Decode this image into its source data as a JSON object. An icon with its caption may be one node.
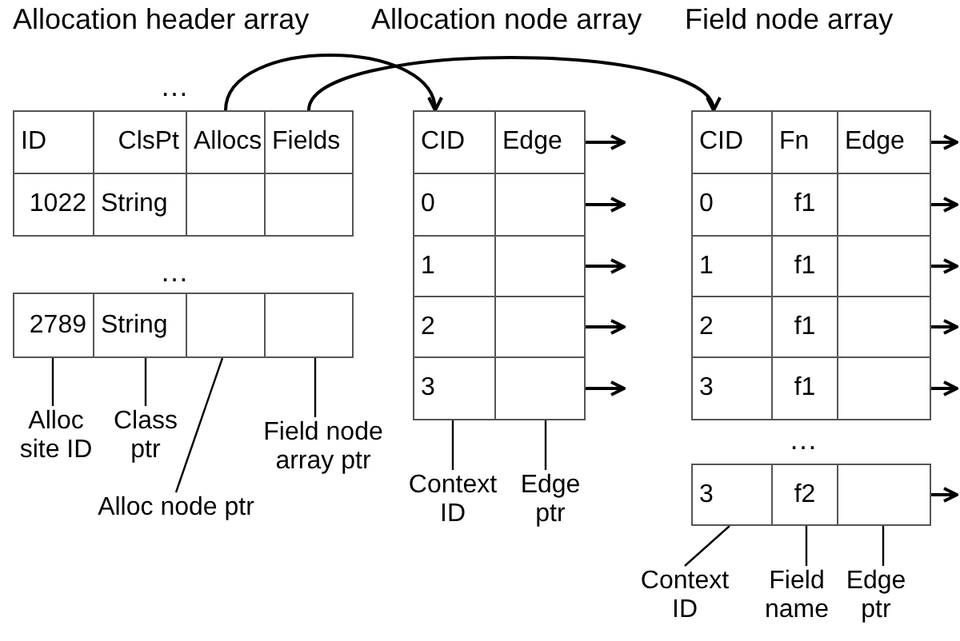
{
  "diagram": {
    "nodes": [
      {
        "text": [
          "ID"
        ]
      },
      {
        "text": [
          "ClsPt"
        ]
      },
      {
        "text": [
          "Allocs"
        ]
      },
      {
        "text": [
          "Fields"
        ]
      },
      {
        "text": [
          "1022"
        ]
      },
      {
        "text": [
          "String"
        ]
      },
      {
        "text": [],
        "shape": "box"
      },
      {
        "text": [],
        "shape": "box"
      },
      {
        "text": [
          "2789"
        ]
      },
      {
        "text": [
          "String"
        ]
      },
      {
        "text": [],
        "shape": "box"
      },
      {
        "text": [],
        "shape": "box"
      },
      {
        "text": [
          "CID"
        ]
      },
      {
        "text": [
          "Edge"
        ]
      },
      {
        "text": [
          "0"
        ]
      },
      {
        "text": [],
        "shape": "box"
      },
      {
        "text": [
          "1"
        ]
      },
      {
        "text": [],
        "shape": "box"
      },
      {
        "text": [
          "2"
        ]
      },
      {
        "text": [],
        "shape": "box"
      },
      {
        "text": [
          "3"
        ]
      },
      {
        "text": [],
        "shape": "box"
      },
      {
        "text": [
          "CID"
        ]
      },
      {
        "text": [
          "Fn"
        ]
      },
      {
        "text": [
          "Edge"
        ]
      },
      {
        "text": [
          "0"
        ]
      },
      {
        "text": [
          "f1"
        ]
      },
      {
        "text": [],
        "shape": "box"
      },
      {
        "text": [
          "1"
        ]
      },
      {
        "text": [
          "f1"
        ]
      },
      {
        "text": [],
        "shape": "box"
      },
      {
        "text": [
          "2"
        ]
      },
      {
        "text": [
          "f1"
        ]
      },
      {
        "text": [],
        "shape": "box"
      },
      {
        "text": [
          "3"
        ]
      },
      {
        "text": [
          "f1"
        ]
      },
      {
        "text": [],
        "shape": "box"
      },
      {
        "text": [
          "3"
        ]
      },
      {
        "text": [
          "f2"
        ]
      },
      {
        "text": [],
        "shape": "box"
      },
      {
        "text": [
          "Alloc site ID"
        ]
      },
      {
        "text": [
          "Class ptr"
        ]
      },
      {
        "text": [
          "Alloc node ptr"
        ]
      },
      {
        "text": [
          "Field node array ptr"
        ]
      },
      {
        "text": [
          "Context ID"
        ]
      },
      {
        "text": [
          "Edge ptr"
        ]
      },
      {
        "text": [
          "Context ID"
        ]
      },
      {
        "text": [
          "Field name"
        ]
      },
      {
        "text": [
          "Edge ptr"
        ]
      }
    ],
    "edges": [
      {
        "from": 2,
        "to": 12,
        "arrow": "to"
      },
      {
        "from": 3,
        "to": 22,
        "arrow": "to"
      },
      {
        "from": 13,
        "to": null,
        "arrow": "to"
      },
      {
        "from": 15,
        "to": null,
        "arrow": "to"
      },
      {
        "from": 17,
        "to": null,
        "arrow": "to"
      },
      {
        "from": 19,
        "to": null,
        "arrow": "to"
      },
      {
        "from": 21,
        "to": null,
        "arrow": "to"
      },
      {
        "from": 24,
        "to": null,
        "arrow": "to"
      },
      {
        "from": 27,
        "to": null,
        "arrow": "to"
      },
      {
        "from": 30,
        "to": null,
        "arrow": "to"
      },
      {
        "from": 33,
        "to": null,
        "arrow": "to"
      },
      {
        "from": 36,
        "to": null,
        "arrow": "to"
      },
      {
        "from": 39,
        "to": null,
        "arrow": "to"
      },
      {
        "from": 40,
        "to": 8,
        "arrow": "none"
      },
      {
        "from": 41,
        "to": 9,
        "arrow": "none"
      },
      {
        "from": 42,
        "to": 10,
        "arrow": "none"
      },
      {
        "from": 43,
        "to": 11,
        "arrow": "none"
      },
      {
        "from": 44,
        "to": 20,
        "arrow": "none"
      },
      {
        "from": 45,
        "to": 21,
        "arrow": "none"
      },
      {
        "from": 46,
        "to": 37,
        "arrow": "none"
      },
      {
        "from": 47,
        "to": 38,
        "arrow": "none"
      },
      {
        "from": 48,
        "to": 39,
        "arrow": "none"
      }
    ],
    "labels": [
      "Allocation header array",
      "Allocation node array",
      "Field node array",
      "…",
      "…",
      "…"
    ]
  }
}
